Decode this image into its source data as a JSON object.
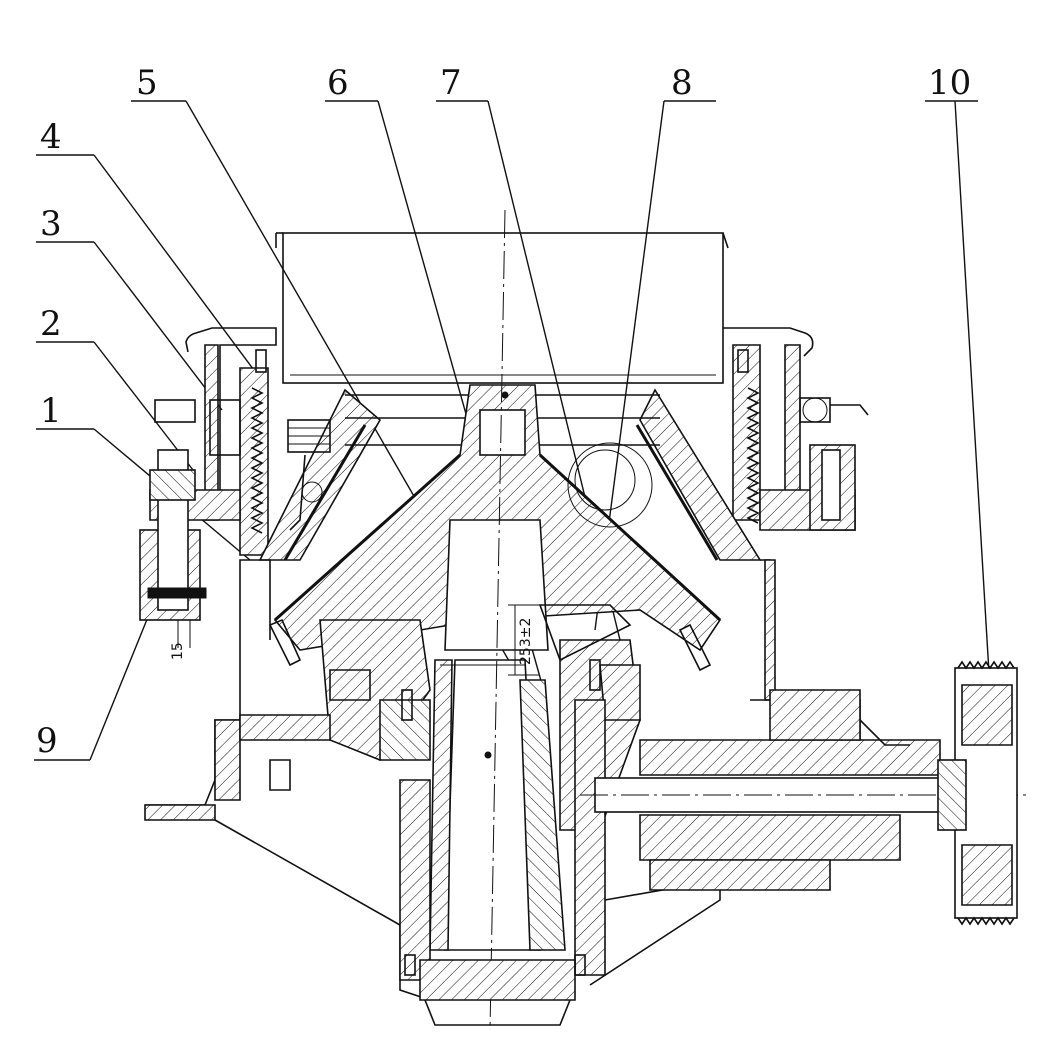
{
  "callouts": [
    {
      "id": "1",
      "label": "1"
    },
    {
      "id": "2",
      "label": "2"
    },
    {
      "id": "3",
      "label": "3"
    },
    {
      "id": "4",
      "label": "4"
    },
    {
      "id": "5",
      "label": "5"
    },
    {
      "id": "6",
      "label": "6"
    },
    {
      "id": "7",
      "label": "7"
    },
    {
      "id": "8",
      "label": "8"
    },
    {
      "id": "9",
      "label": "9"
    },
    {
      "id": "10",
      "label": "10"
    }
  ],
  "dimensions": {
    "gap": "15",
    "eccentric_height": "253±2"
  }
}
